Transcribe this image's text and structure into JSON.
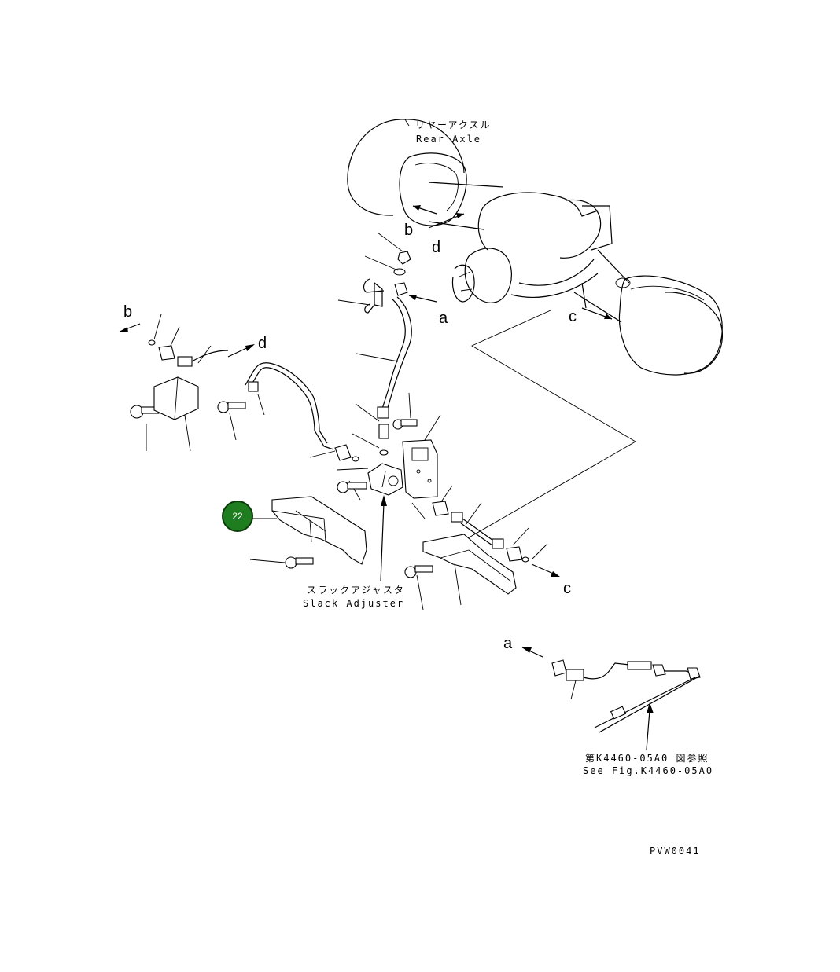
{
  "labels": {
    "rear_axle_jp": "リヤーアクスル",
    "rear_axle_en": "Rear Axle",
    "slack_adjuster_jp": "スラックアジャスタ",
    "slack_adjuster_en": "Slack Adjuster",
    "see_fig_jp": "第K4460-05A0 図参照",
    "see_fig_en": "See Fig.K4460-05A0",
    "drawing_code": "PVW0041"
  },
  "connection_letters": {
    "b_axle": "b",
    "d_axle": "d",
    "a_axle": "a",
    "c_axle": "c",
    "b_left": "b",
    "d_left": "d",
    "c_right": "c",
    "a_bottom": "a"
  },
  "callouts": [
    {
      "number": "22",
      "color": "#1e7d1e"
    }
  ]
}
